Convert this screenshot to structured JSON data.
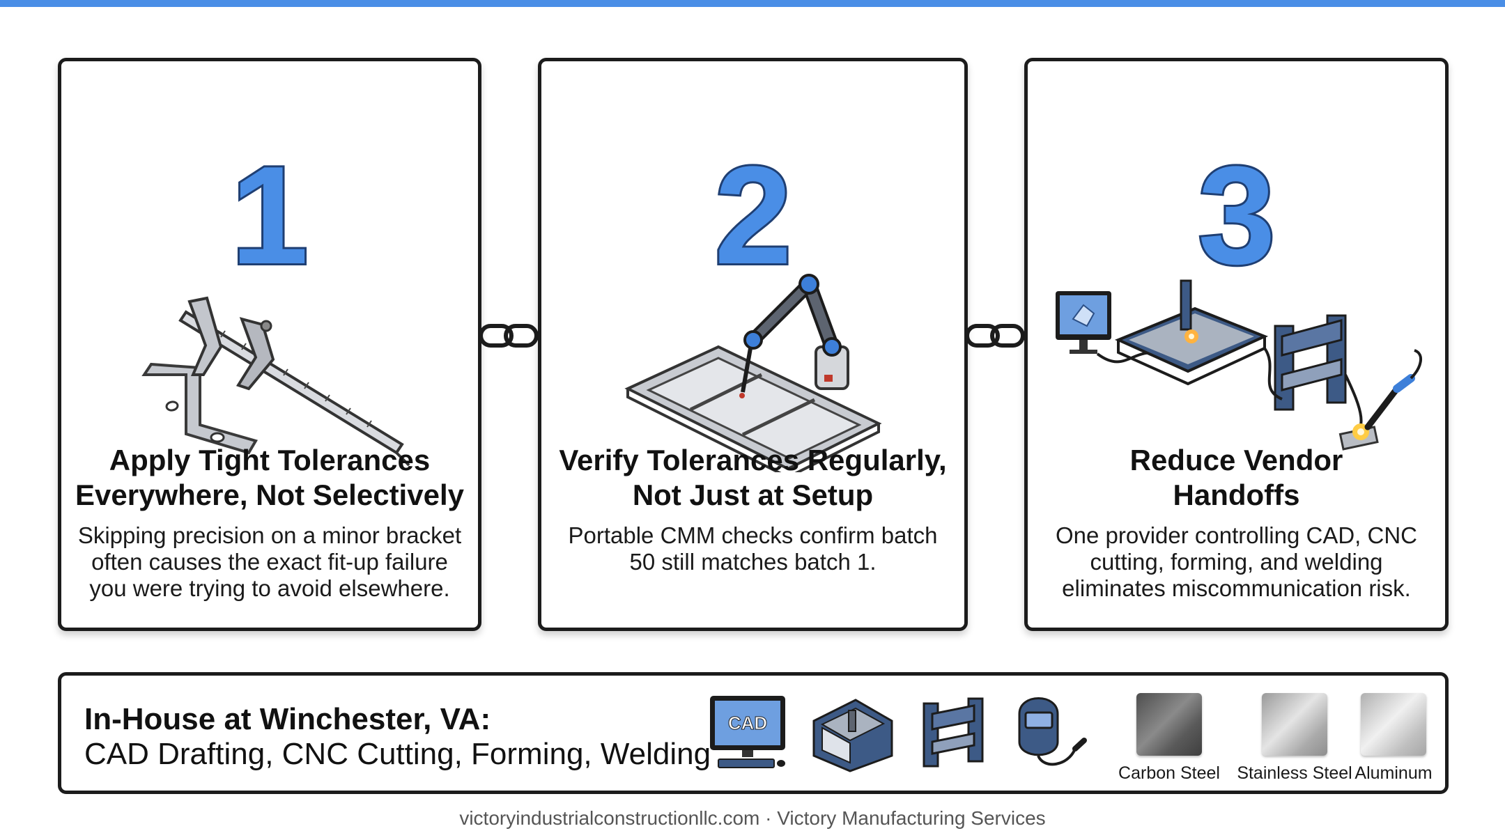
{
  "colors": {
    "accent": "#4a8ee6",
    "border": "#1c1c1c",
    "steel": "#3d5a86"
  },
  "cards": [
    {
      "number": "1",
      "title_line1": "Apply Tight Tolerances",
      "title_line2": "Everywhere, Not Selectively",
      "desc_line1": "Skipping precision on a minor bracket",
      "desc_line2": "often causes the exact fit-up failure",
      "desc_line3": "you were trying to avoid elsewhere.",
      "icon": "caliper-bracket-icon"
    },
    {
      "number": "2",
      "title_line1": "Verify Tolerances Regularly,",
      "title_line2": "Not Just at Setup",
      "desc_line1": "Portable CMM checks confirm batch",
      "desc_line2": "50 still matches batch 1.",
      "icon": "cmm-arm-frame-icon"
    },
    {
      "number": "3",
      "title_line1": "Reduce Vendor",
      "title_line2": "Handoffs",
      "desc_line1": "One provider controlling CAD, CNC",
      "desc_line2": "cutting, forming, and welding",
      "desc_line3": "eliminates miscommunication risk.",
      "icon": "workflow-machines-icon"
    }
  ],
  "bottom": {
    "title": "In-House at Winchester, VA:",
    "subtitle": "CAD Drafting, CNC Cutting, Forming, Welding",
    "cad_icon_text": "CAD",
    "tools": [
      "cad-computer-icon",
      "cnc-machine-icon",
      "press-brake-icon",
      "welding-mask-icon"
    ],
    "materials": [
      {
        "label": "Carbon Steel"
      },
      {
        "label": "Stainless Steel"
      },
      {
        "label": "Aluminum"
      }
    ]
  },
  "footer": "victoryindustrialconstructionllc.com · Victory Manufacturing Services"
}
